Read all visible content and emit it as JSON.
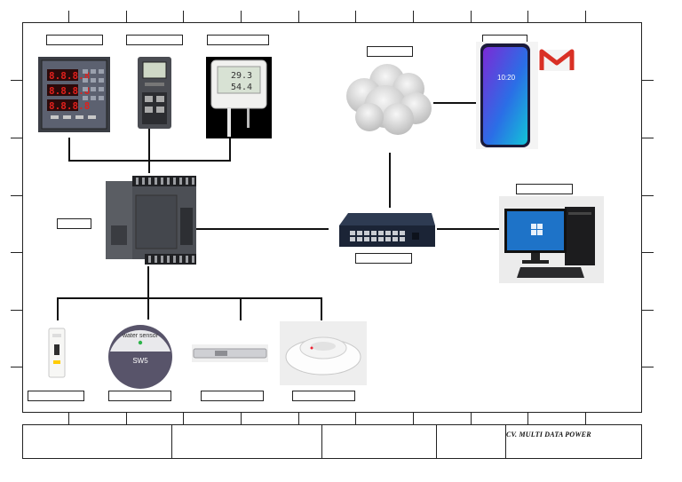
{
  "diagram": {
    "company_name": "CV. MULTI DATA POWER",
    "nodes": [
      {
        "id": "power-meter",
        "icon": "power-meter-icon",
        "display": [
          "8.8.8.8",
          "8.8.8.8",
          "8.8.8.8"
        ]
      },
      {
        "id": "network-module",
        "icon": "network-module-icon"
      },
      {
        "id": "temperature-humidity-sensor",
        "icon": "temperature-humidity-sensor-icon",
        "display": [
          "29.3",
          "54.4"
        ]
      },
      {
        "id": "cloud",
        "icon": "cloud-icon"
      },
      {
        "id": "smartphone",
        "icon": "smartphone-icon",
        "display": [
          "10:20"
        ]
      },
      {
        "id": "gmail",
        "icon": "gmail-icon"
      },
      {
        "id": "plc-controller",
        "icon": "plc-controller-icon"
      },
      {
        "id": "network-switch",
        "icon": "network-switch-icon"
      },
      {
        "id": "desktop-computer",
        "icon": "desktop-computer-icon"
      },
      {
        "id": "circuit-breaker",
        "icon": "circuit-breaker-icon"
      },
      {
        "id": "water-sensor",
        "icon": "water-sensor-icon",
        "display": [
          "water sensor",
          "SW5"
        ]
      },
      {
        "id": "magnetic-door-lock",
        "icon": "magnetic-door-lock-icon"
      },
      {
        "id": "smoke-detector",
        "icon": "smoke-detector-icon"
      }
    ],
    "colors": {
      "line": "#111111",
      "meter_digits": "#e0201c",
      "gmail_red": "#d93025",
      "screen_blue": "#1e73c8"
    }
  }
}
